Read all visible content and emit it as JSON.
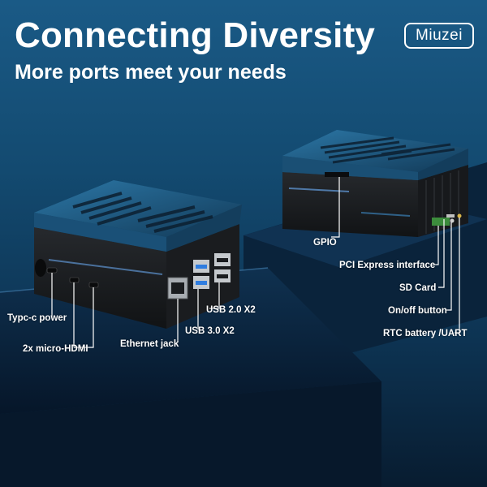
{
  "headline": "Connecting Diversity",
  "subheadline": "More ports meet your needs",
  "brand_logo": "Miuzei",
  "colors": {
    "background_top": "#1a5a86",
    "background_bottom": "#081c30",
    "case_body": "#1b1d20",
    "lid_tint": "#1f5f86",
    "callout_line": "#ffffff",
    "led_strip": "#6fb3ff"
  },
  "callouts": {
    "gpio": "GPIO",
    "pcie": "PCI Express interface",
    "sd_card": "SD Card",
    "on_off": "On/off button",
    "rtc_uart": "RTC battery /UART",
    "typec_power": "Typc-c power",
    "micro_hdmi": "2x micro-HDMI",
    "ethernet": "Ethernet jack",
    "usb2": "USB 2.0 X2",
    "usb3": "USB 3.0 X2"
  }
}
